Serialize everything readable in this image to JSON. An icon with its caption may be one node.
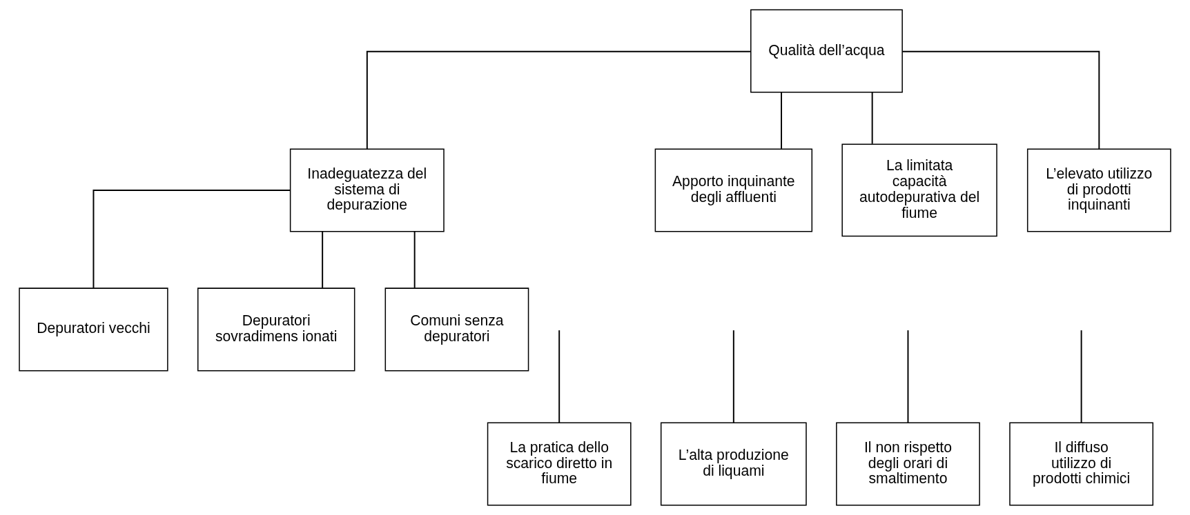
{
  "diagram": {
    "nodes": [
      {
        "text": [
          "Qualità dell’acqua"
        ]
      },
      {
        "text": [
          "Inadeguatezza del sistema di depurazione"
        ]
      },
      {
        "text": [
          "Apporto inquinante degli affluenti"
        ]
      },
      {
        "text": [
          "La limitata capacità autodepurativa del fiume"
        ]
      },
      {
        "text": [
          "L’elevato utilizzo di prodotti inquinanti"
        ]
      },
      {
        "text": [
          "Depuratori vecchi"
        ]
      },
      {
        "text": [
          "Depuratori sovradimens ionati"
        ]
      },
      {
        "text": [
          "Comuni senza depuratori"
        ]
      },
      {
        "text": [
          "La pratica dello scarico diretto in fiume"
        ]
      },
      {
        "text": [
          "L’alta produzione di liquami"
        ]
      },
      {
        "text": [
          "Il non rispetto degli orari di smaltimento"
        ]
      },
      {
        "text": [
          "Il diffuso utilizzo di prodotti chimici"
        ]
      }
    ],
    "edges": [
      {
        "from": 0,
        "to": 1,
        "arrow": "none"
      },
      {
        "from": 0,
        "to": 2,
        "arrow": "none"
      },
      {
        "from": 0,
        "to": 3,
        "arrow": "none"
      },
      {
        "from": 0,
        "to": 4,
        "arrow": "none"
      },
      {
        "from": 1,
        "to": 5,
        "arrow": "none"
      },
      {
        "from": 1,
        "to": 6,
        "arrow": "none"
      },
      {
        "from": 1,
        "to": 7,
        "arrow": "none"
      },
      {
        "from": null,
        "to": 8,
        "arrow": "none"
      },
      {
        "from": null,
        "to": 9,
        "arrow": "none"
      },
      {
        "from": null,
        "to": 10,
        "arrow": "none"
      },
      {
        "from": null,
        "to": 11,
        "arrow": "none"
      }
    ]
  }
}
